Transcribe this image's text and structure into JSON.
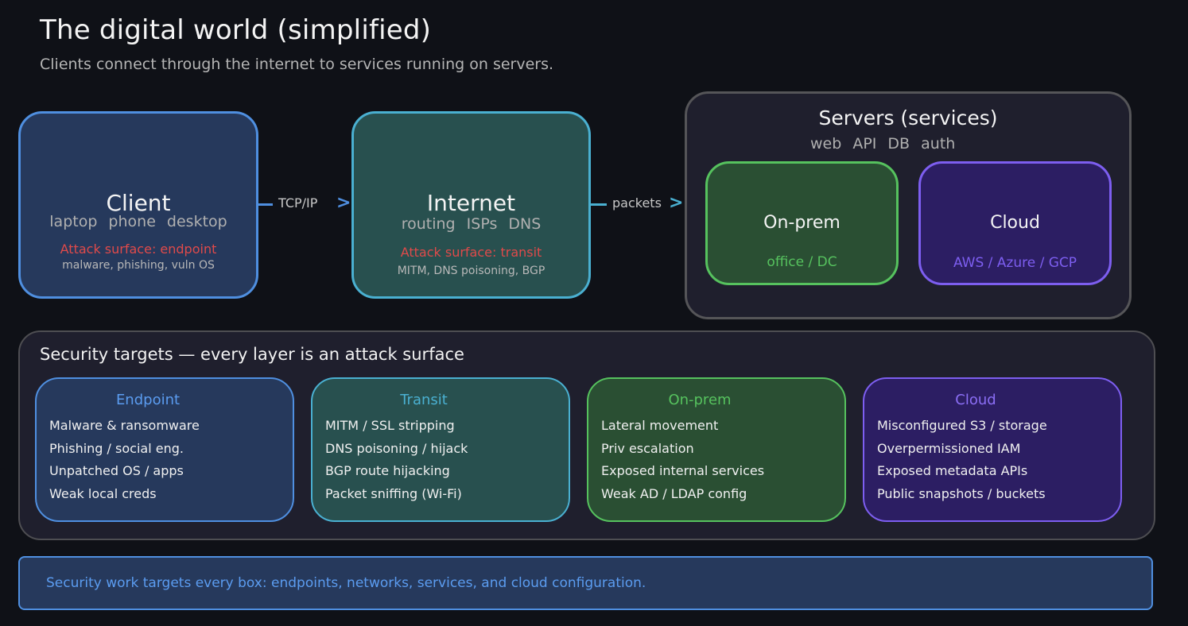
{
  "header": {
    "title": "The digital world (simplified)",
    "subtitle": "Clients connect through the internet to services running on servers."
  },
  "nodes": {
    "client": {
      "title": "Client",
      "items": "laptop  phone  desktop",
      "attack_label": "Attack surface: endpoint",
      "attack_detail": "malware, phishing, vuln OS"
    },
    "internet": {
      "title": "Internet",
      "items": "routing  ISPs  DNS",
      "attack_label": "Attack surface: transit",
      "attack_detail": "MITM, DNS poisoning, BGP"
    },
    "servers": {
      "title": "Servers (services)",
      "items": "web  API  DB  auth",
      "onprem": {
        "title": "On-prem",
        "detail": "office / DC"
      },
      "cloud": {
        "title": "Cloud",
        "detail": "AWS / Azure / GCP"
      }
    }
  },
  "edges": [
    {
      "from": "client",
      "to": "internet",
      "label": "TCP/IP"
    },
    {
      "from": "internet",
      "to": "servers",
      "label": "packets"
    }
  ],
  "targets": {
    "title": "Security targets — every layer is an attack surface",
    "cards": [
      {
        "title": "Endpoint",
        "items": [
          "Malware & ransomware",
          "Phishing / social eng.",
          "Unpatched OS / apps",
          "Weak local creds"
        ]
      },
      {
        "title": "Transit",
        "items": [
          "MITM / SSL stripping",
          "DNS poisoning / hijack",
          "BGP route hijacking",
          "Packet sniffing (Wi-Fi)"
        ]
      },
      {
        "title": "On-prem",
        "items": [
          "Lateral movement",
          "Priv escalation",
          "Exposed internal services",
          "Weak AD / LDAP config"
        ]
      },
      {
        "title": "Cloud",
        "items": [
          "Misconfigured S3 / storage",
          "Overpermissioned IAM",
          "Exposed metadata APIs",
          "Public snapshots / buckets"
        ]
      }
    ]
  },
  "footer": {
    "text": "Security work targets every box: endpoints, networks, services, and cloud configuration."
  },
  "colors": {
    "background": "#0f1117",
    "endpoint_accent": "#4f8fe0",
    "transit_accent": "#4ab0d1",
    "onprem_accent": "#56c25e",
    "cloud_accent": "#7d5ef0",
    "attack_red": "#e04a4a"
  }
}
